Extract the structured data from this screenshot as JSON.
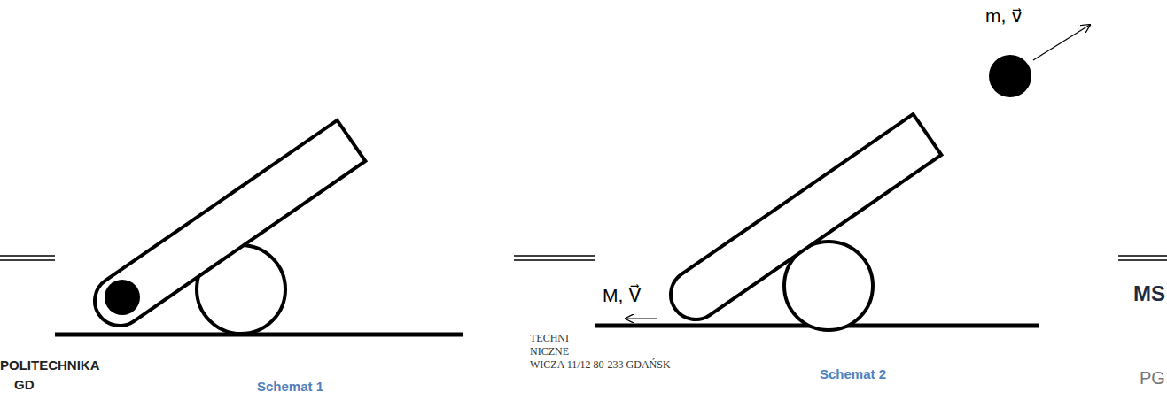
{
  "diagram": {
    "labels": [
      "m, v⃗",
      "M, V⃗",
      "Schemat 1",
      "Schemat 2",
      "POLITECHNIKA",
      "GD",
      "TECHNI",
      "NICZNE",
      "WICZA 11/12 80-233 GDAŃSK",
      "MS",
      "PG"
    ]
  }
}
